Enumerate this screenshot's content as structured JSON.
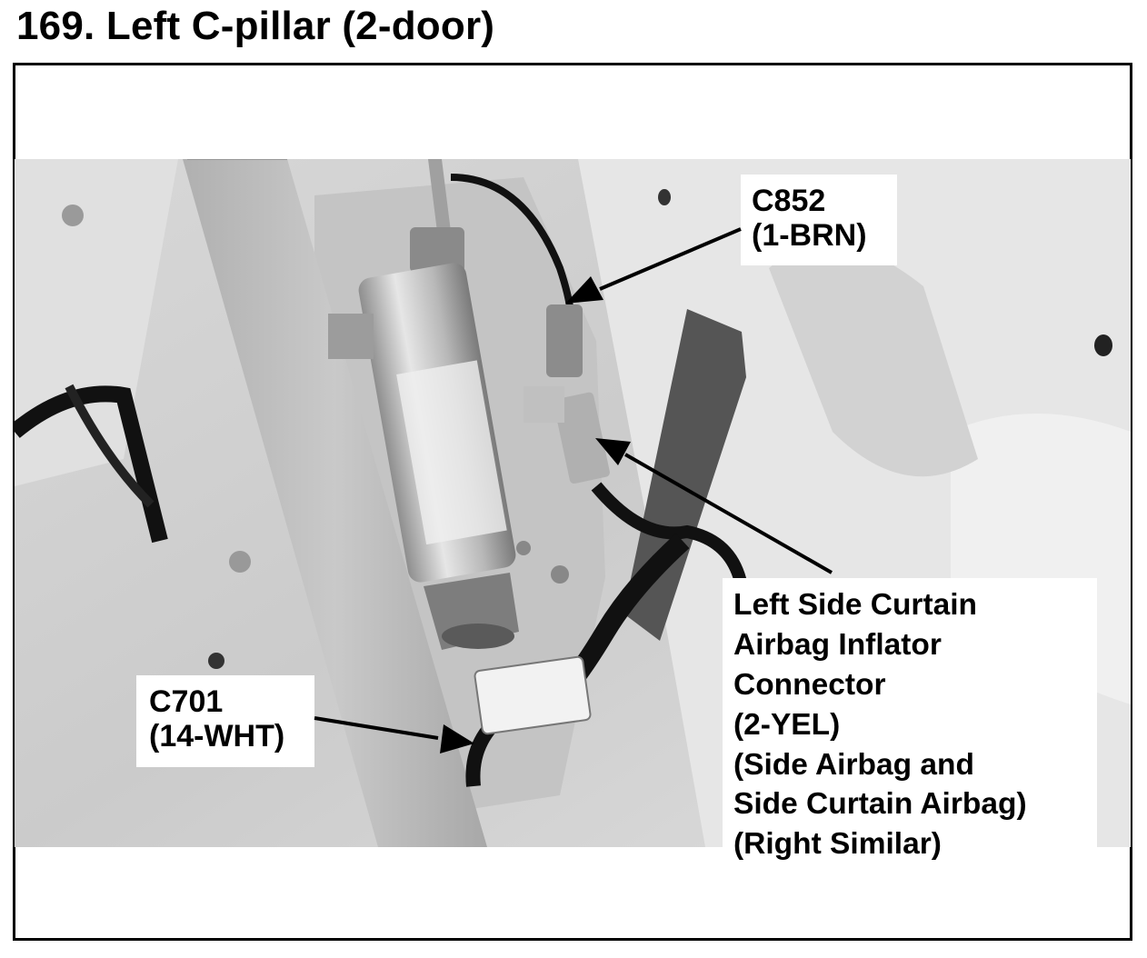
{
  "page": {
    "title": "169. Left C-pillar (2-door)"
  },
  "callouts": {
    "c852": {
      "line1": "C852",
      "line2": "(1-BRN)"
    },
    "c701": {
      "line1": "C701",
      "line2": "(14-WHT)"
    },
    "curtain": {
      "line1": "Left Side Curtain",
      "line2": "Airbag Inflator",
      "line3": "Connector",
      "line4": "(2-YEL)",
      "line5": "(Side Airbag and",
      "line6": "Side Curtain Airbag)",
      "line7": "(Right Similar)"
    }
  },
  "colors": {
    "text": "#000000",
    "photo_base": "#cfcfcf",
    "photo_light": "#e4e4e4",
    "belt": "#bdbdbd",
    "inflator": "#b5b5b5",
    "wire": "#111111"
  }
}
